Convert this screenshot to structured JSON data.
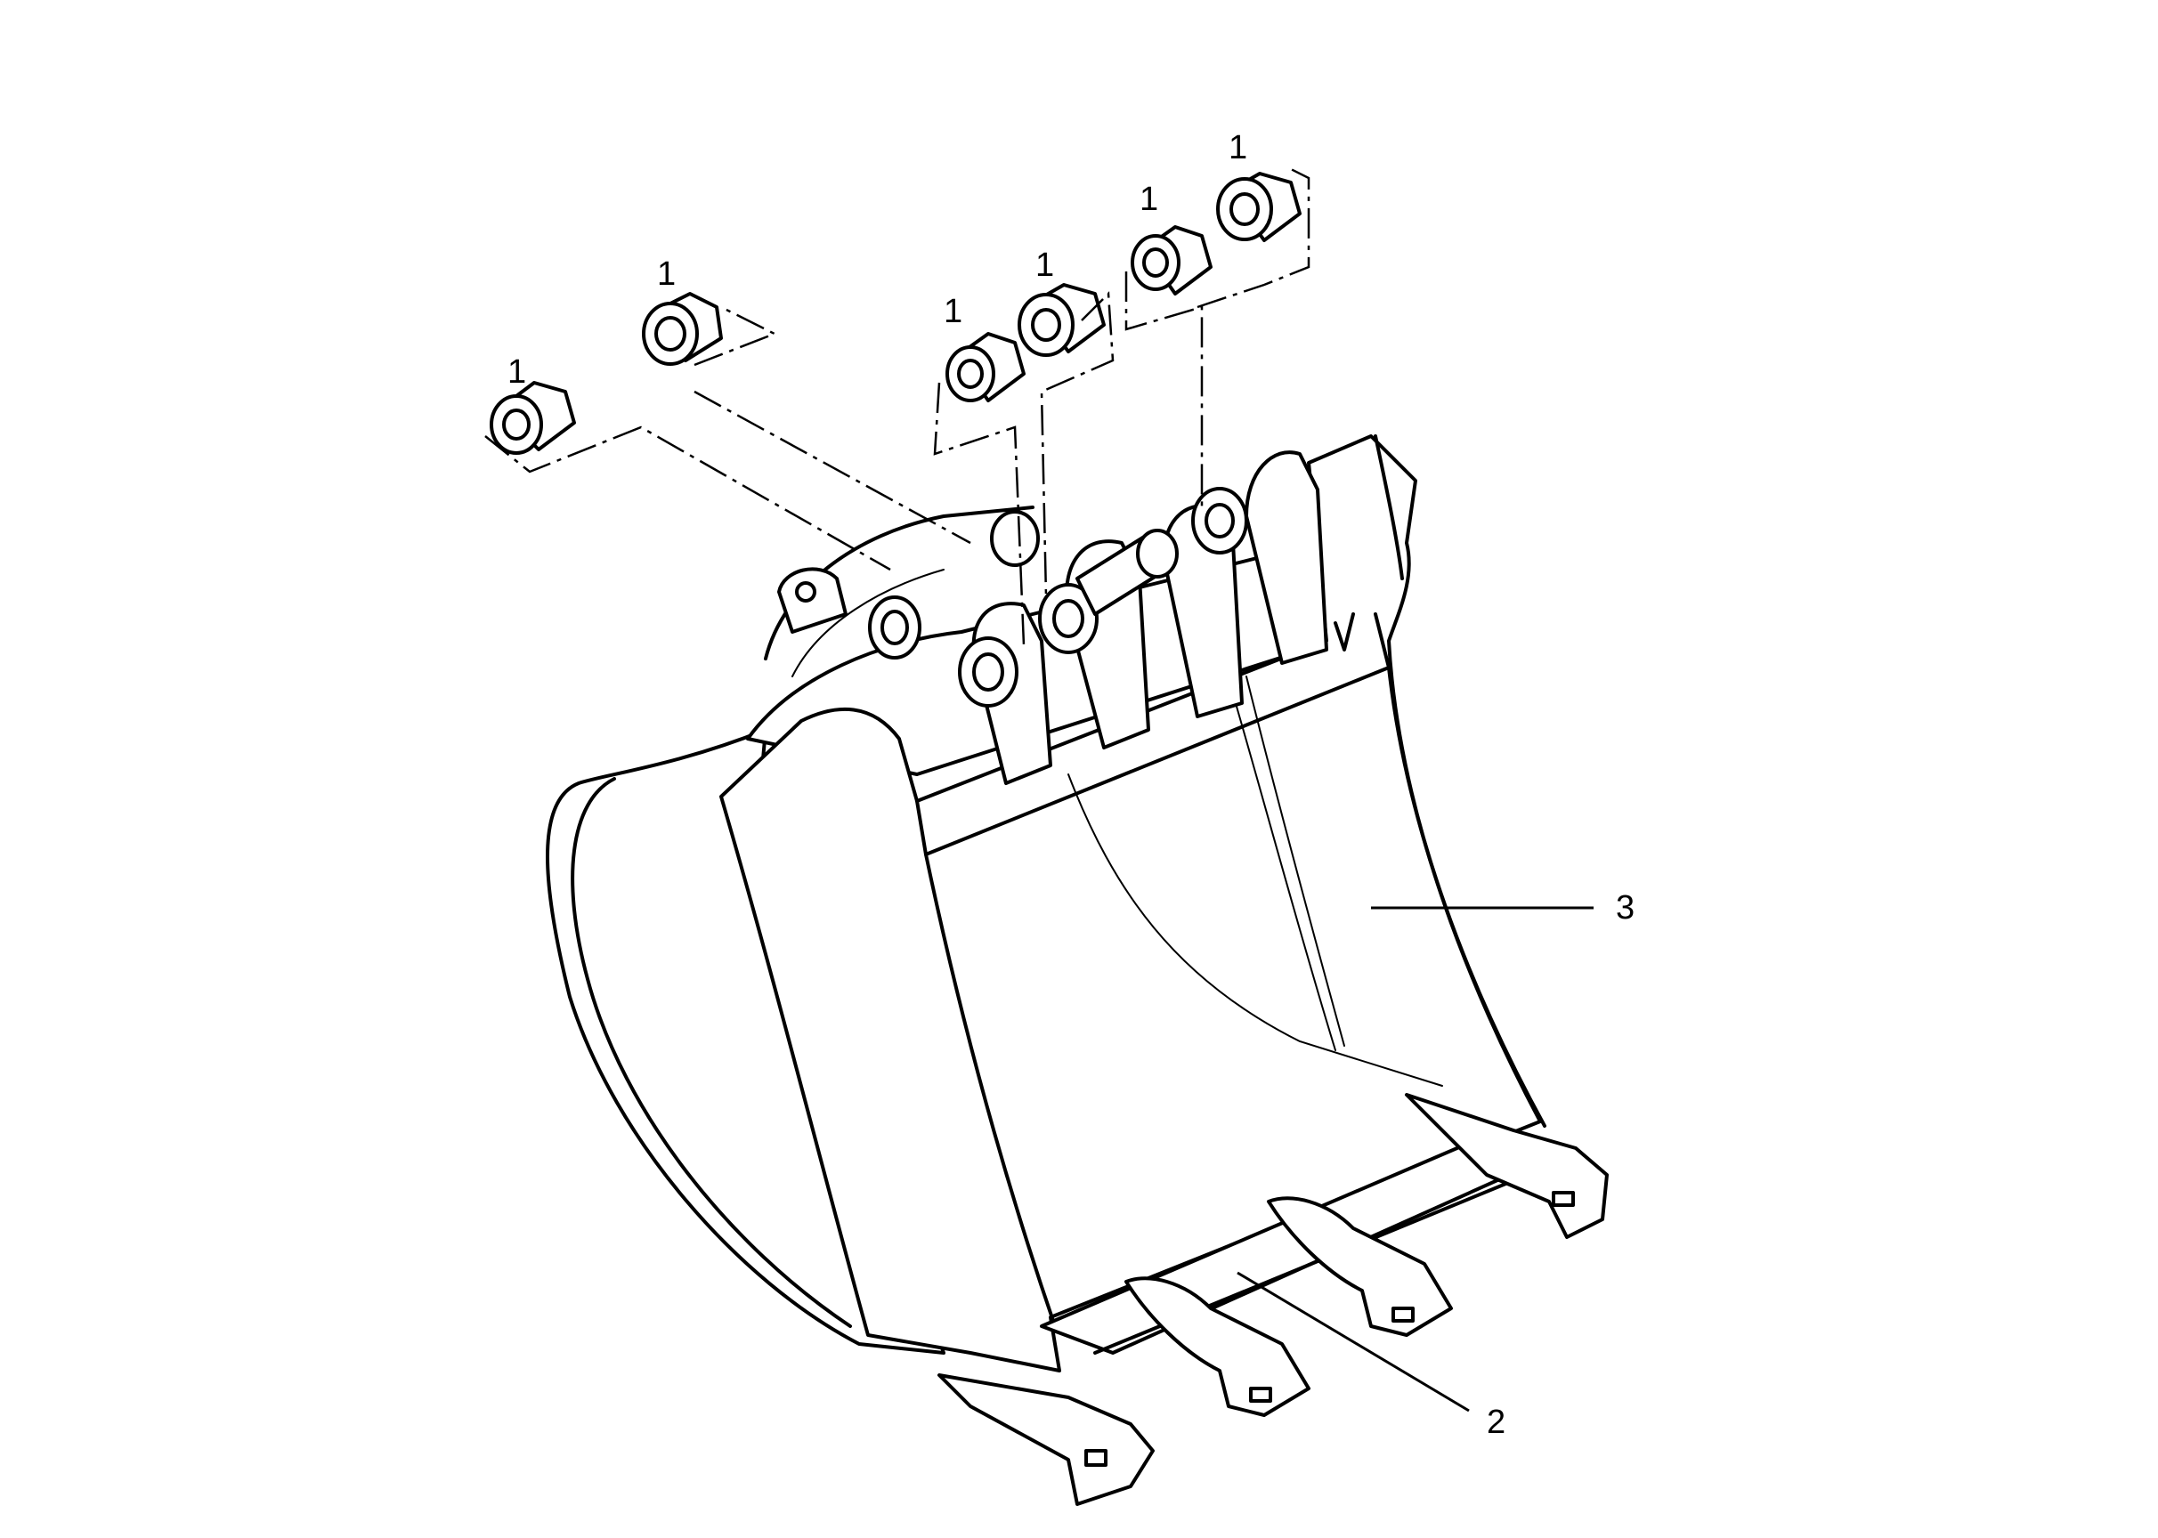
{
  "diagram": {
    "callouts": {
      "bushing_a": "1",
      "bushing_b": "1",
      "bushing_c": "1",
      "bushing_d": "1",
      "bushing_e": "1",
      "bushing_f": "1",
      "teeth": "2",
      "bucket": "3"
    },
    "colors": {
      "line": "#000000",
      "background": "#ffffff"
    }
  }
}
